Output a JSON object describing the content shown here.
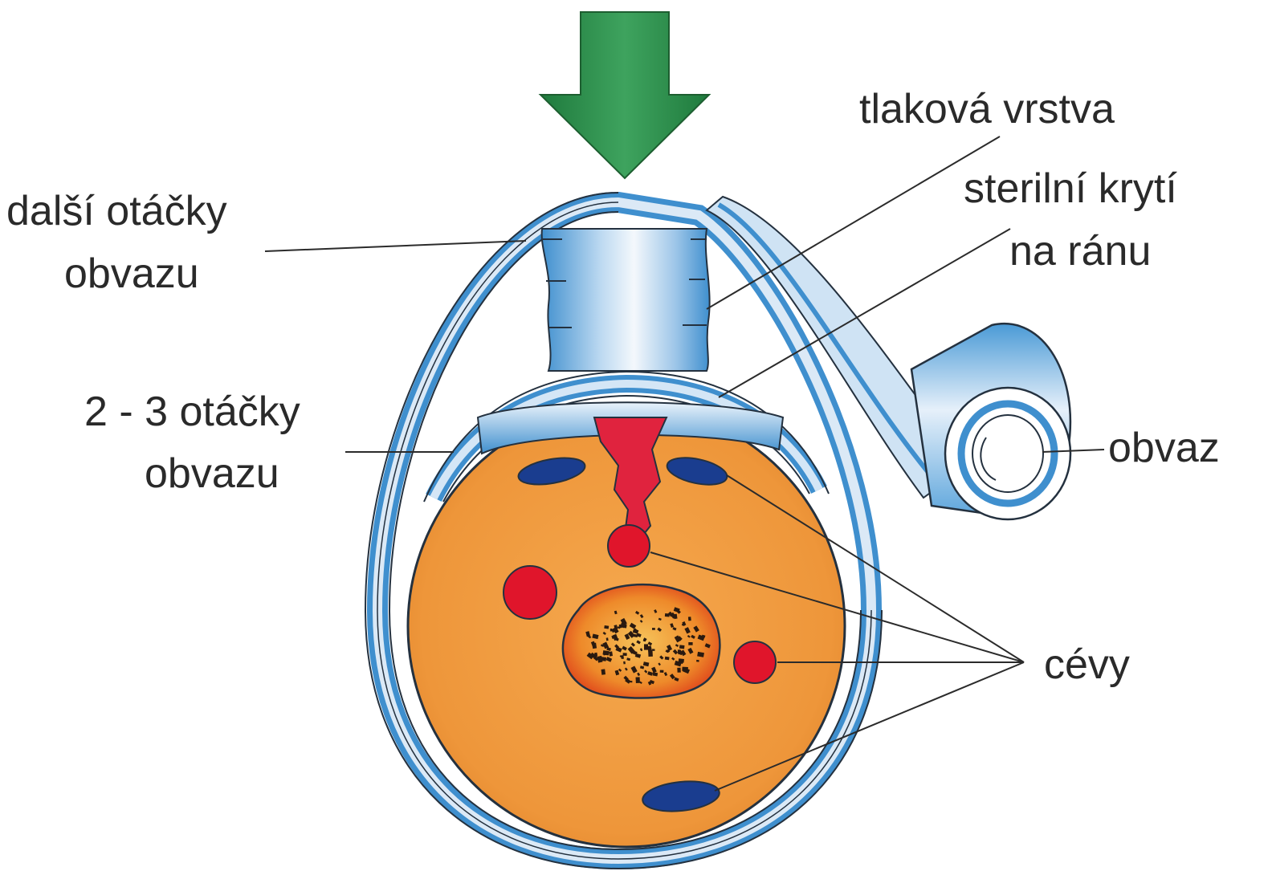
{
  "labels": {
    "pressure_layer": "tlaková vrstva",
    "sterile_cover_line1": "sterilní krytí",
    "sterile_cover_line2": "na ránu",
    "further_turns_line1": "další otáčky",
    "further_turns_line2": "obvazu",
    "first_turns_line1": "2 - 3 otáčky",
    "first_turns_line2": "obvazu",
    "bandage_roll": "obvaz",
    "vessels": "cévy"
  },
  "colors": {
    "arrow": "#2e8b4e",
    "bandage": "#3f8fce",
    "bandage_light": "#e9f2fb",
    "tissue": "#ef9a3d",
    "wound": "#e0233e",
    "artery": "#e0152b",
    "vein": "#1a3d8f",
    "bone": "#e86a1e"
  }
}
